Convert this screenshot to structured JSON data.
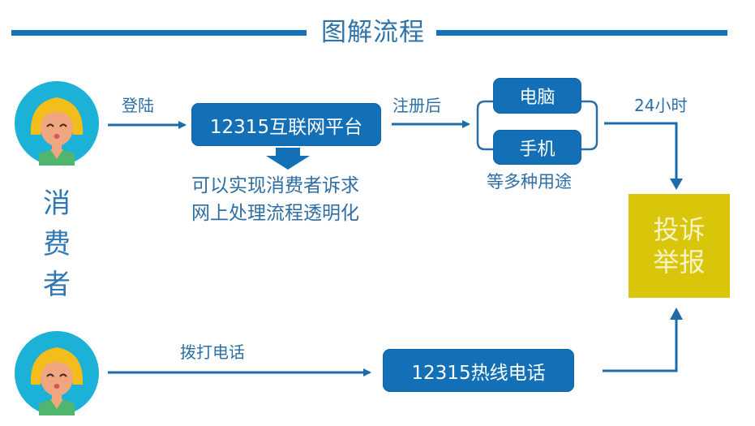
{
  "title": "图解流程",
  "colors": {
    "primary_blue": "#1470b6",
    "line_blue": "#1d6ca8",
    "text_blue": "#2c6ea6",
    "complaint_yellow": "#d9c50a",
    "avatar_bg": "#1cb1d6",
    "hair": "#f3bd1b",
    "skin": "#f0a77f",
    "shirt": "#4fb56f"
  },
  "actor": {
    "label": "消费者",
    "chars": [
      "消",
      "费",
      "者"
    ],
    "avatar_icon": "consumer-avatar-icon"
  },
  "online_path": {
    "login_label": "登陆",
    "platform_label": "12315互联网平台",
    "platform_desc": [
      "可以实现消费者诉求",
      "网上处理流程透明化"
    ],
    "register_label": "注册后",
    "devices": [
      "电脑",
      "手机"
    ],
    "devices_caption": "等多种用途",
    "time_label": "24小时"
  },
  "phone_path": {
    "call_label": "拨打电话",
    "hotline_label": "12315热线电话"
  },
  "target": {
    "lines": [
      "投诉",
      "举报"
    ]
  }
}
